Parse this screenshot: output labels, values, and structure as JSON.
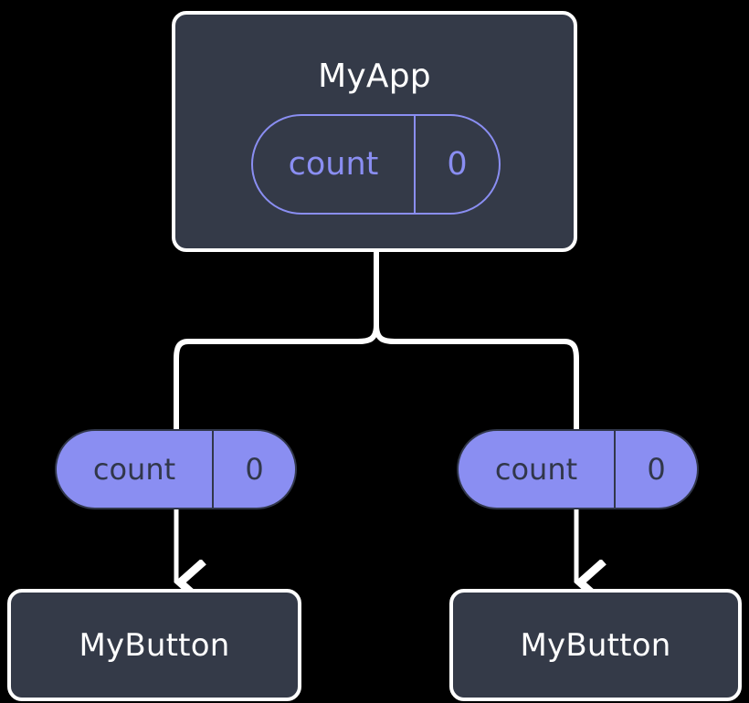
{
  "diagram": {
    "type": "component-state-tree",
    "background_color": "#000000",
    "accent_color": "#8a8ef2",
    "node_fill_color": "#343a48",
    "node_border_color": "#ffffff",
    "connector_color": "#ffffff",
    "root": {
      "label": "MyApp",
      "state": {
        "key": "count",
        "value": "0"
      }
    },
    "children": [
      {
        "state": {
          "key": "count",
          "value": "0"
        },
        "label": "MyButton"
      },
      {
        "state": {
          "key": "count",
          "value": "0"
        },
        "label": "MyButton"
      }
    ]
  }
}
